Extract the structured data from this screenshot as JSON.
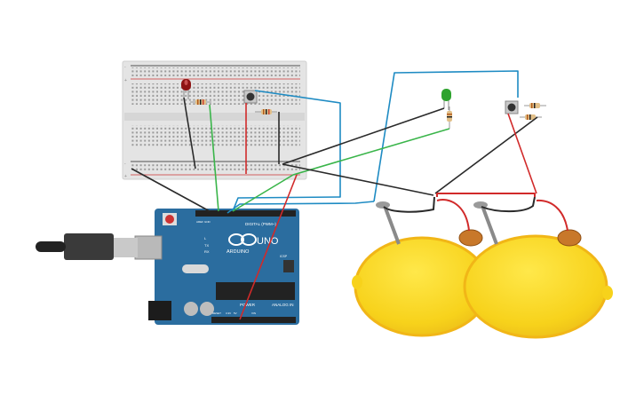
{
  "board": {
    "model": "UNO",
    "brand": "ARDUINO",
    "digital_label": "DIGITAL (PWM~)",
    "power_label": "POWER",
    "analog_label": "ANALOG IN",
    "tx_label": "TX",
    "rx_label": "RX",
    "led_label": "L",
    "on_label": "ON",
    "icsp_label": "ICSP",
    "aref_label": "AREF",
    "gnd_label": "GND",
    "reset_label": "RESET",
    "v5_label": "5V",
    "v33_label": "3.3V",
    "vin_label": "VIN"
  },
  "breadboard": {
    "rail_plus": "+",
    "rail_minus": "-"
  },
  "colors": {
    "board": "#2b6d9f",
    "board_dark": "#1f4f75",
    "breadboard": "#e3e3e3",
    "lemon": "#f7d21b",
    "lemon_shadow": "#e0a81a",
    "wire_black": "#2a2a2a",
    "wire_red": "#d12a2a",
    "wire_green": "#3ab54a",
    "wire_blue": "#1e8bc3",
    "led_red": "#9e1a1a",
    "led_green": "#2ea32e",
    "copper": "#c8782a"
  },
  "icons": {
    "usb_cable": "usb-cable-icon",
    "led": "led-icon",
    "button": "pushbutton-icon",
    "resistor": "resistor-icon",
    "lemon": "lemon-icon",
    "nail": "zinc-nail-icon",
    "coin": "copper-coin-icon"
  }
}
